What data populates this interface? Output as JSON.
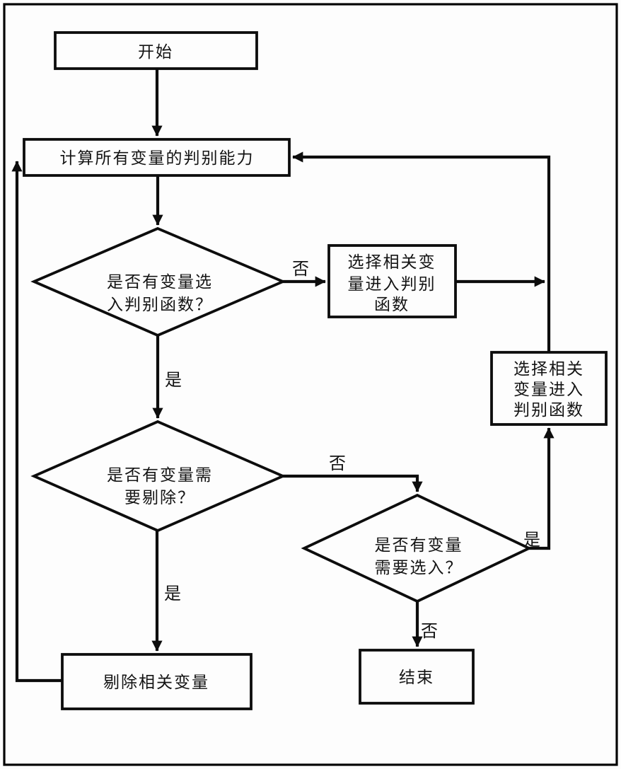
{
  "figure": {
    "description": "stepwise discriminant analysis flowchart",
    "background_color": "#fdfdfd",
    "line_color": "#0d0d0d"
  },
  "nodes": {
    "start": {
      "label": "开始"
    },
    "calc_power": {
      "label": "计算所有变量的判别能力"
    },
    "decision_var_selected": {
      "line1": "是否有变量选",
      "line2": "入判别函数？"
    },
    "select_vars_top": {
      "line1": "选择相关变",
      "line2": "量进入判别",
      "line3": "函数"
    },
    "select_vars_right": {
      "line1": "选择相关",
      "line2": "变量进入",
      "line3": "判别函数"
    },
    "decision_var_remove": {
      "line1": "是否有变量需",
      "line2": "要剔除？"
    },
    "decision_var_enter": {
      "line1": "是否有变量",
      "line2": "需要选入？"
    },
    "remove_vars": {
      "label": "剔除相关变量"
    },
    "end": {
      "label": "结束"
    }
  },
  "edge_labels": {
    "selected_no": "否",
    "selected_yes": "是",
    "remove_no": "否",
    "remove_yes": "是",
    "enter_yes": "是",
    "enter_no": "否"
  }
}
